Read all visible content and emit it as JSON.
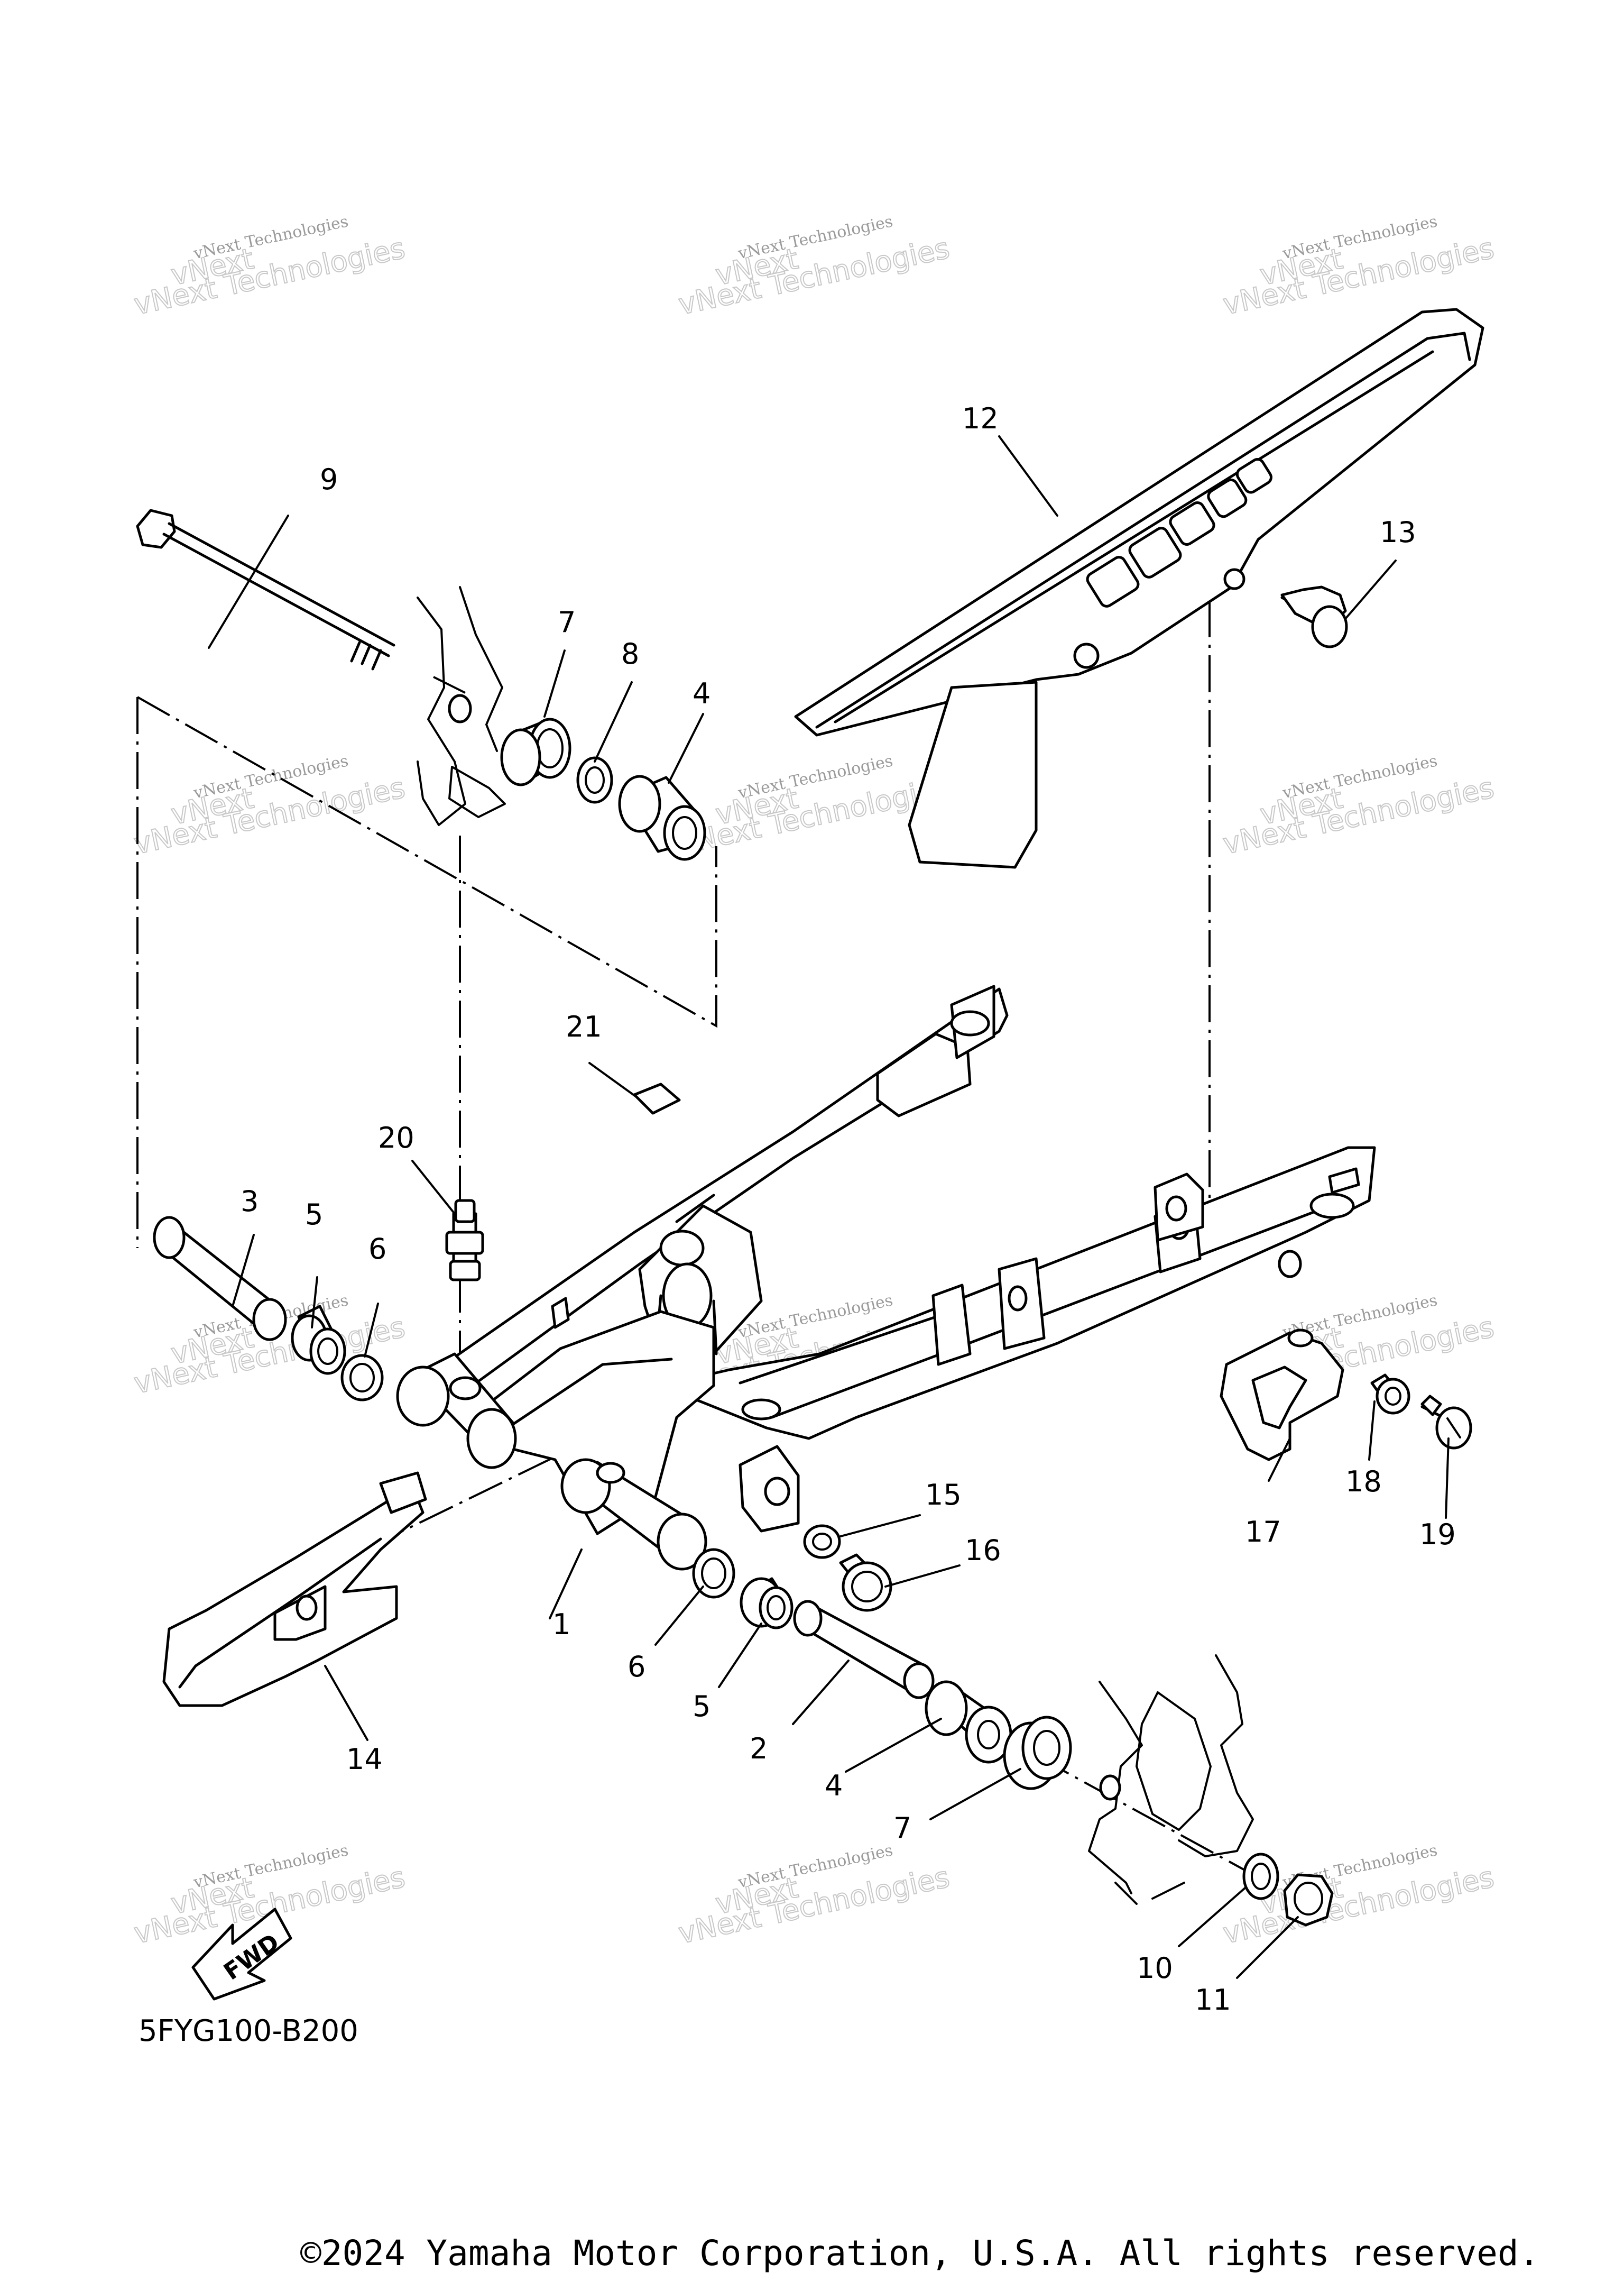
{
  "diagram": {
    "code": "5FYG100-B200",
    "copyright": "©2024 Yamaha Motor Corporation, U.S.A. All rights reserved.",
    "fwd_label": "FWD",
    "watermark_top": "vNext Technologies",
    "watermark_bottom": "vNext Technologies",
    "watermark_script": "vNext"
  },
  "callouts": [
    "1",
    "2",
    "3",
    "4",
    "5",
    "6",
    "7",
    "8",
    "9",
    "10",
    "11",
    "12",
    "13",
    "14",
    "15",
    "16",
    "17",
    "18",
    "19",
    "20",
    "21"
  ],
  "callouts_repeated": {
    "4b": "4",
    "5b": "5",
    "6b": "6",
    "7b": "7"
  }
}
